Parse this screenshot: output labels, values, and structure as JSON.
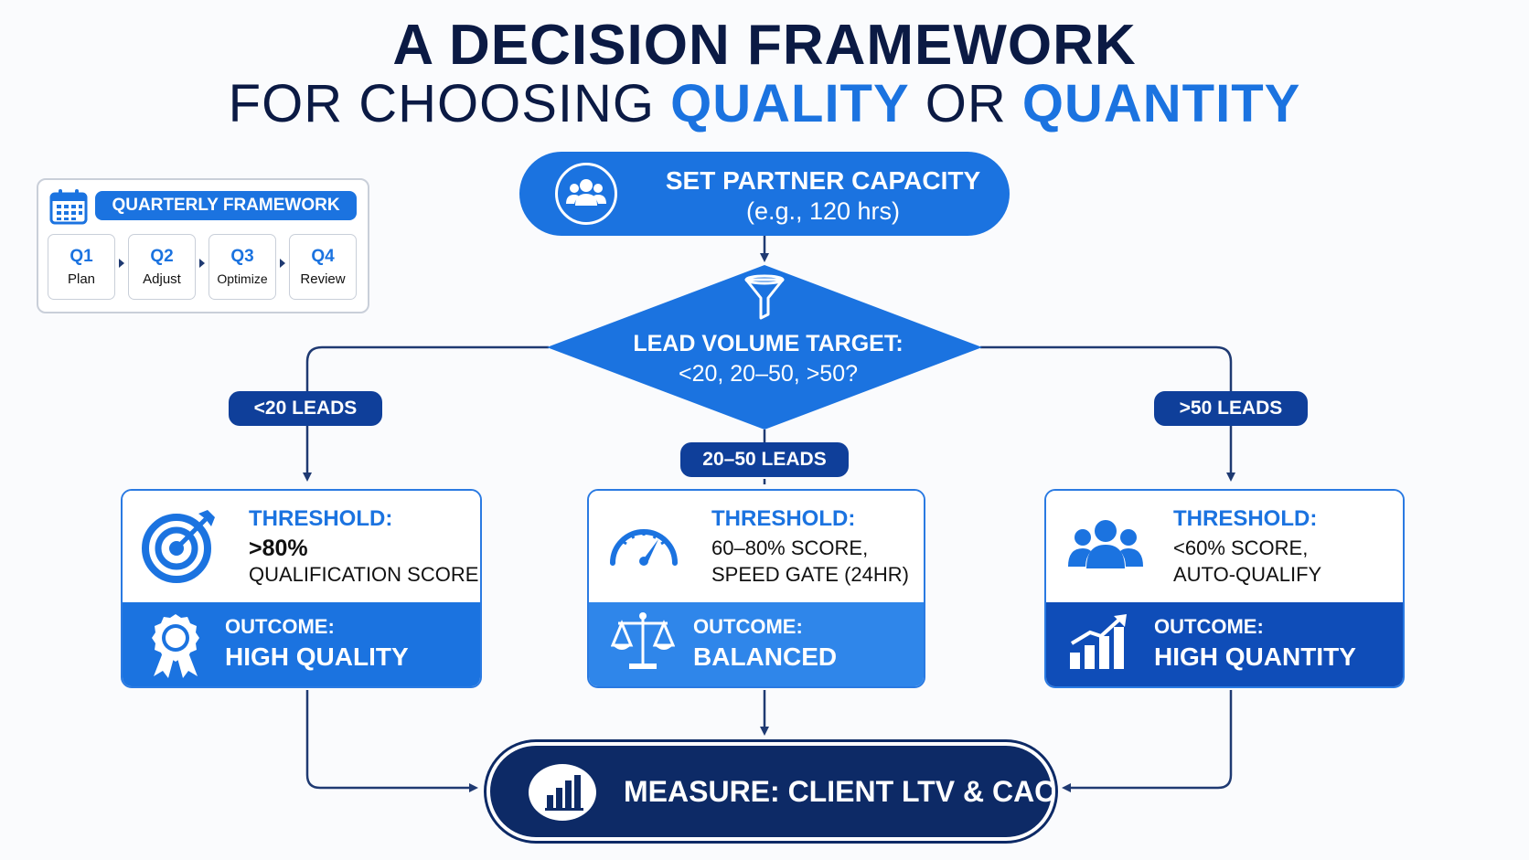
{
  "title": {
    "line1": "A DECISION FRAMEWORK",
    "line2_prefix": "FOR CHOOSING ",
    "line2_hl1": "QUALITY",
    "line2_mid": " OR ",
    "line2_hl2": "QUANTITY"
  },
  "quarterly": {
    "label": "QUARTERLY FRAMEWORK",
    "icon": "calendar-icon",
    "quarters": [
      {
        "q": "Q1",
        "label": "Plan"
      },
      {
        "q": "Q2",
        "label": "Adjust"
      },
      {
        "q": "Q3",
        "label": "Optimize"
      },
      {
        "q": "Q4",
        "label": "Review"
      }
    ]
  },
  "capacity": {
    "icon": "team-icon",
    "line1": "SET PARTNER CAPACITY",
    "line2": "(e.g., 120 hrs)"
  },
  "decision": {
    "icon": "funnel-icon",
    "line1": "LEAD VOLUME TARGET:",
    "line2": "<20, 20–50, >50?"
  },
  "branches": [
    {
      "badge": "<20 LEADS",
      "threshold_label": "THRESHOLD:",
      "threshold_line1": ">80%",
      "threshold_line2": "QUALIFICATION SCORE",
      "threshold_icon": "target-icon",
      "outcome_label": "OUTCOME:",
      "outcome_value": "HIGH QUALITY",
      "outcome_icon": "award-ribbon-icon",
      "outcome_color": "#1b73e0"
    },
    {
      "badge": "20–50 LEADS",
      "threshold_label": "THRESHOLD:",
      "threshold_line1": "60–80% SCORE,",
      "threshold_line2": "SPEED GATE (24HR)",
      "threshold_icon": "speedometer-icon",
      "outcome_label": "OUTCOME:",
      "outcome_value": "BALANCED",
      "outcome_icon": "balance-scale-icon",
      "outcome_color": "#2f86ea"
    },
    {
      "badge": ">50 LEADS",
      "threshold_label": "THRESHOLD:",
      "threshold_line1": "<60% SCORE,",
      "threshold_line2": "AUTO-QUALIFY",
      "threshold_icon": "group-icon",
      "outcome_label": "OUTCOME:",
      "outcome_value": "HIGH QUANTITY",
      "outcome_icon": "growth-chart-icon",
      "outcome_color": "#0f4db8"
    }
  ],
  "measure": {
    "icon": "bar-chart-icon",
    "text": "MEASURE: CLIENT LTV & CAC"
  },
  "colors": {
    "primary": "#1b73e0",
    "navy": "#0d2a66",
    "badge": "#0f3f9a",
    "line": "#1f3a72"
  }
}
